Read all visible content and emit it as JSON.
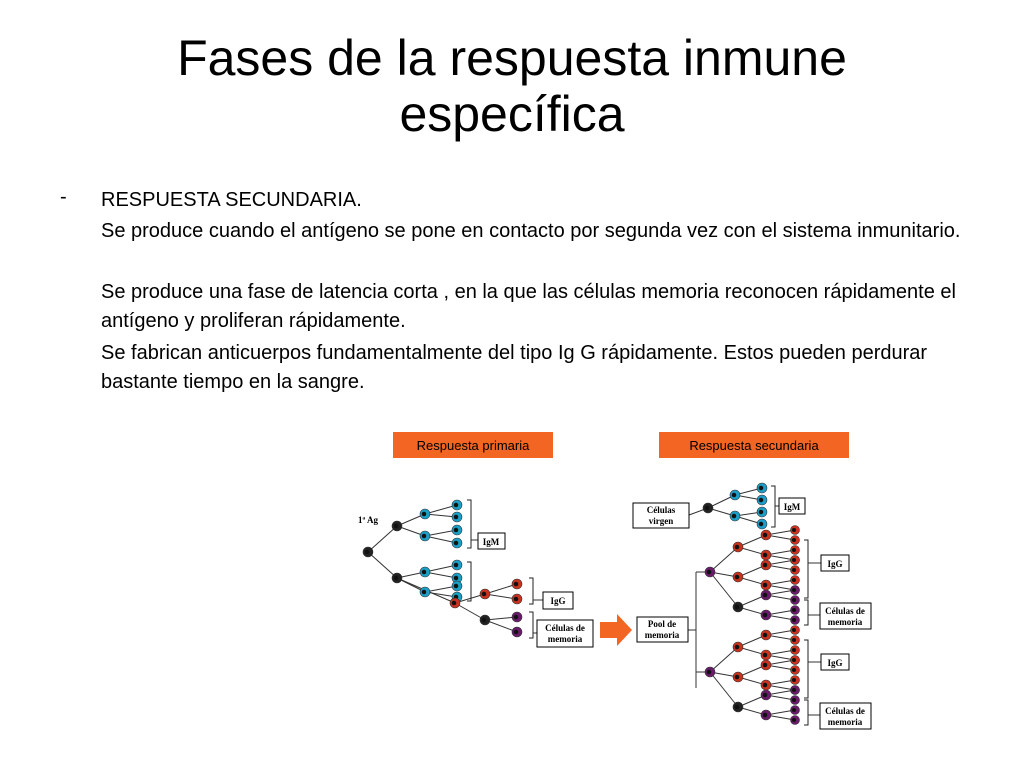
{
  "title_line1": "Fases de la respuesta inmune",
  "title_line2": "específica",
  "bullet_marker": "-",
  "heading": "RESPUESTA SECUNDARIA.",
  "paragraphs": [
    "Se produce cuando el antígeno se pone en contacto por segunda vez con el sistema inmunitario.",
    "Se produce una fase de latencia corta , en la que las células memoria reconocen rápidamente el antígeno y proliferan rápidamente.",
    "Se fabrican anticuerpos  fundamentalmente del tipo Ig G rápidamente. Estos pueden perdurar bastante tiempo en la sangre."
  ],
  "diagram": {
    "primary_header": "Respuesta primaria",
    "secondary_header": "Respuesta secundaria",
    "antigen_label": "1ª Ag",
    "primary_labels": {
      "igm": "IgM",
      "igg": "IgG",
      "memory_line1": "Células de",
      "memory_line2": "memoria"
    },
    "secondary_labels": {
      "naive_line1": "Células",
      "naive_line2": "virgen",
      "igm": "IgM",
      "pool_line1": "Pool de",
      "pool_line2": "memoria",
      "igg_a": "IgG",
      "memory_a_line1": "Células de",
      "memory_a_line2": "memoria",
      "igg_b": "IgG",
      "memory_b_line1": "Células de",
      "memory_b_line2": "memoria"
    },
    "colors": {
      "header_bg": "#f26522",
      "arrow": "#f26522",
      "cell_dark": "#222222",
      "cell_cyan": "#1aa0c8",
      "cell_red": "#c8321e",
      "cell_purple": "#6a1a6a"
    }
  }
}
